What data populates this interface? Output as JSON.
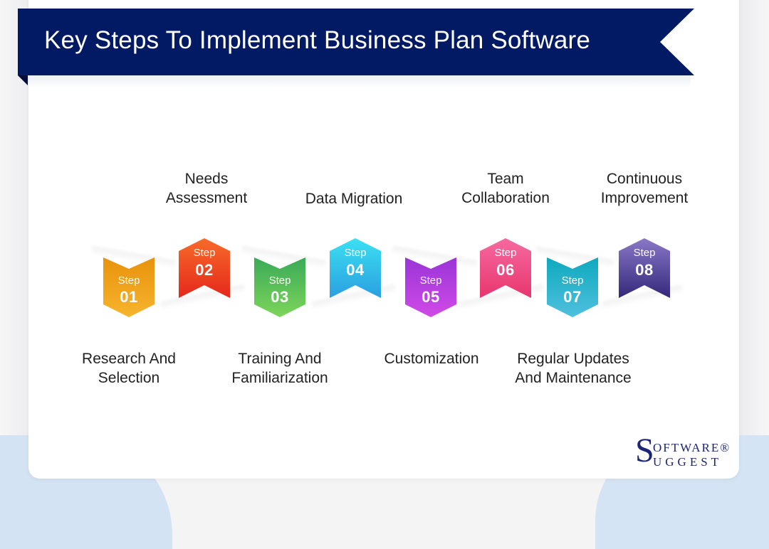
{
  "header": {
    "title": "Key Steps To Implement Business Plan Software",
    "ribbon_color": "#021a63"
  },
  "steps": [
    {
      "word": "Step",
      "number": "01",
      "label_lines": [
        "Research And",
        "Selection"
      ],
      "position": "bottom",
      "colors": [
        "#e8920c",
        "#f7b42e"
      ]
    },
    {
      "word": "Step",
      "number": "02",
      "label_lines": [
        "Needs",
        "Assessment"
      ],
      "position": "top",
      "colors": [
        "#f86b2a",
        "#e4281b"
      ]
    },
    {
      "word": "Step",
      "number": "03",
      "label_lines": [
        "Training And",
        "Familiarization"
      ],
      "position": "bottom",
      "colors": [
        "#3aaa58",
        "#7dd55a"
      ]
    },
    {
      "word": "Step",
      "number": "04",
      "label_lines": [
        "Data Migration"
      ],
      "position": "top",
      "colors": [
        "#3ce0f2",
        "#2a9fe0"
      ]
    },
    {
      "word": "Step",
      "number": "05",
      "label_lines": [
        "Customization"
      ],
      "position": "bottom",
      "colors": [
        "#9a35d8",
        "#d04ae6"
      ]
    },
    {
      "word": "Step",
      "number": "06",
      "label_lines": [
        "Team",
        "Collaboration"
      ],
      "position": "top",
      "colors": [
        "#f56aa0",
        "#e8366e"
      ]
    },
    {
      "word": "Step",
      "number": "07",
      "label_lines": [
        "Regular Updates",
        "And Maintenance"
      ],
      "position": "bottom",
      "colors": [
        "#0ea9bd",
        "#4fc0de"
      ]
    },
    {
      "word": "Step",
      "number": "08",
      "label_lines": [
        "Continuous",
        "Improvement"
      ],
      "position": "top",
      "colors": [
        "#8a78c8",
        "#34287a"
      ]
    }
  ],
  "logo": {
    "initial": "S",
    "line1": "OFTWARE®",
    "line2": "UGGEST",
    "color": "#1c2477"
  }
}
